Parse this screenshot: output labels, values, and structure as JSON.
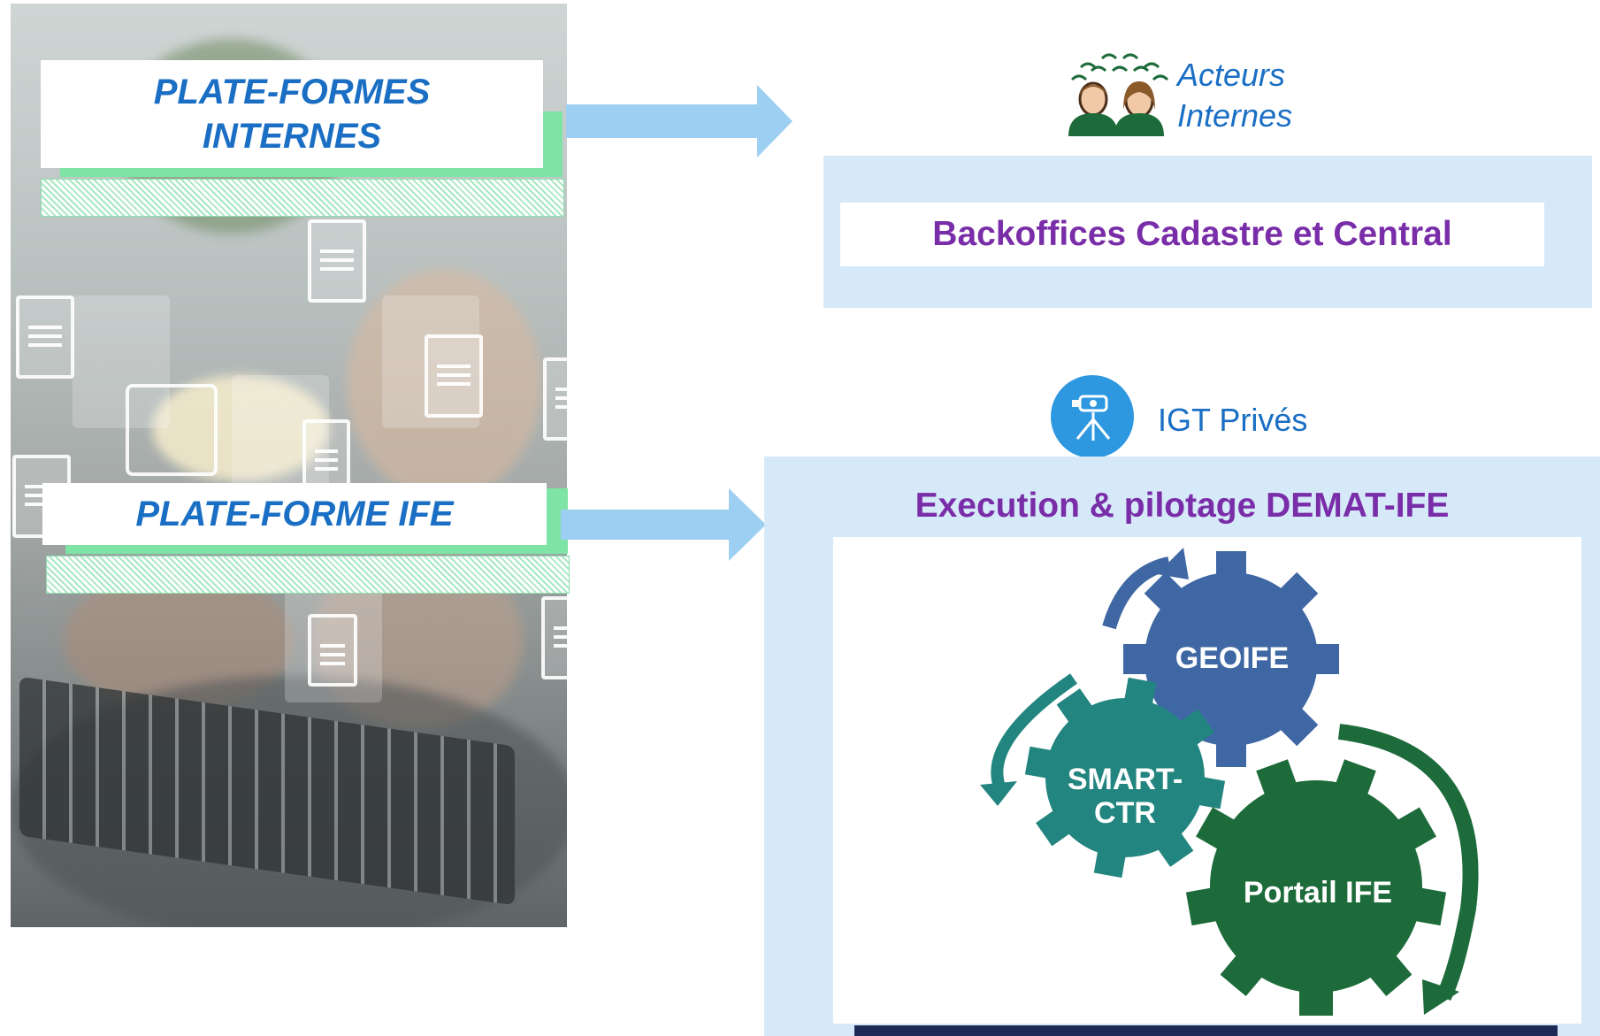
{
  "left_panel": {
    "internal_platforms_label": "PLATE-FORMES\nINTERNES",
    "ife_platform_label": "PLATE-FORME IFE"
  },
  "internal_actors": {
    "label": "Acteurs\nInternes",
    "icon": "people-icon"
  },
  "backoffice": {
    "label": "Backoffices Cadastre et Central"
  },
  "private_igt": {
    "label": "IGT Privés",
    "icon": "surveying-instrument-icon"
  },
  "demat": {
    "title": "Execution & pilotage DEMAT-IFE",
    "gears": [
      {
        "label": "GEOIFE",
        "color": "#3e67a3"
      },
      {
        "label": "SMART-\nCTR",
        "color": "#238580"
      },
      {
        "label": "Portail IFE",
        "color": "#1d6b3a"
      }
    ]
  },
  "colors": {
    "banner_text": "#1a6fc4",
    "accent_green": "#7ee4a6",
    "arrow": "#9ccff2",
    "panel": "#d6e9f8",
    "purple": "#7a2da8",
    "dark_green": "#1d6b3a"
  }
}
